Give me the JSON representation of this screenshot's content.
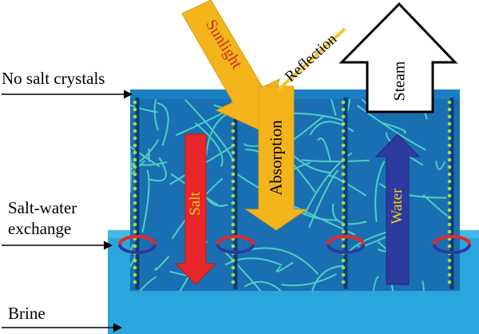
{
  "labels": {
    "no_salt": "No salt crystals",
    "salt_water_1": "Salt-water",
    "salt_water_2": "exchange",
    "brine": "Brine",
    "sunlight": "Sunlight",
    "reflection": "Reflection",
    "absorption": "Absorption",
    "steam": "Steam",
    "salt": "Salt",
    "water": "Water"
  },
  "colors": {
    "brine": "#2aa6dc",
    "brine_deep": "#1f8fd0",
    "membrane": "#1a72b5",
    "fiber": "#4fd6c6",
    "sun_arrow": "#f4b51c",
    "salt_arrow": "#e8262a",
    "water_arrow": "#2d3a9e",
    "bead": "#a6d84e"
  }
}
